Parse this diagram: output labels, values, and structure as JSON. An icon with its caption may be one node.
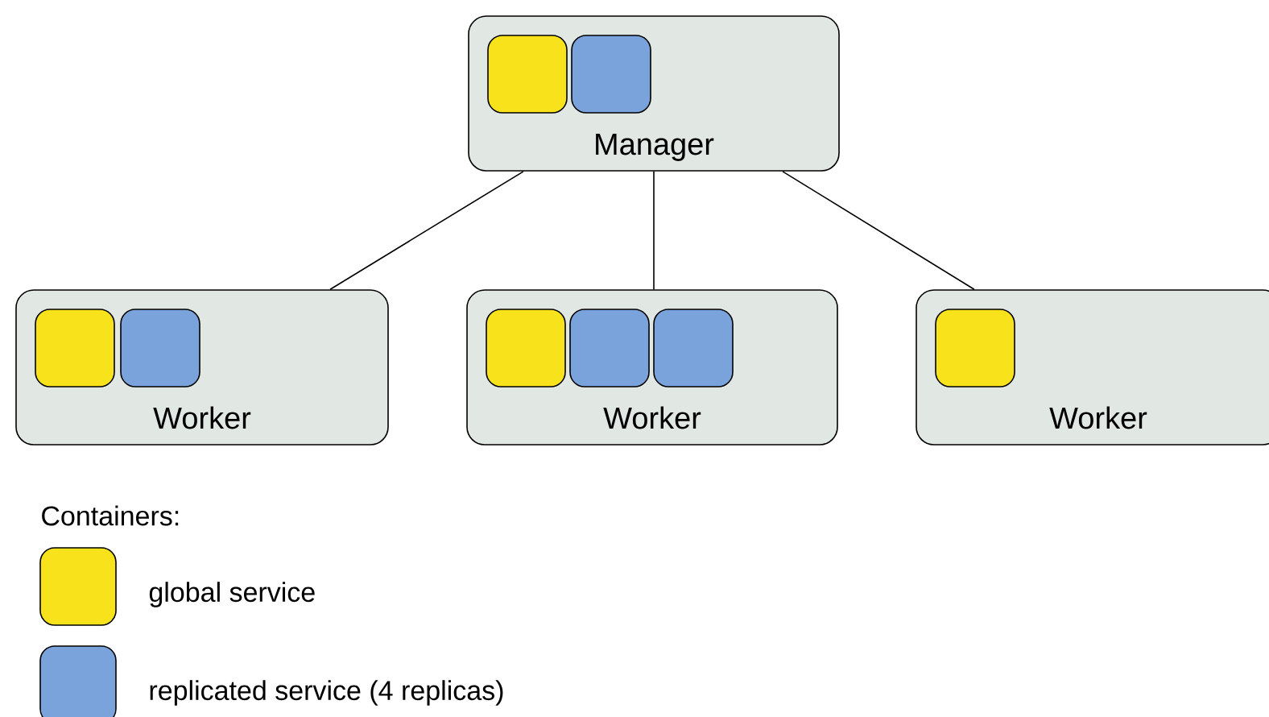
{
  "diagram": {
    "nodes": [
      {
        "text": [
          "Manager"
        ]
      },
      {
        "text": [
          "Worker"
        ]
      },
      {
        "text": [
          "Worker"
        ]
      },
      {
        "text": [
          "Worker"
        ]
      }
    ],
    "edges": [
      {
        "from": 0,
        "to": 1,
        "arrow": "none"
      },
      {
        "from": 0,
        "to": 2,
        "arrow": "none"
      },
      {
        "from": 0,
        "to": 3,
        "arrow": "none"
      }
    ],
    "labels": [
      "Containers:"
    ],
    "legend": [
      {
        "text": "global service",
        "color": "#f8e21c"
      },
      {
        "text": "replicated service (4 replicas)",
        "color": "#7aa3dc"
      }
    ]
  }
}
